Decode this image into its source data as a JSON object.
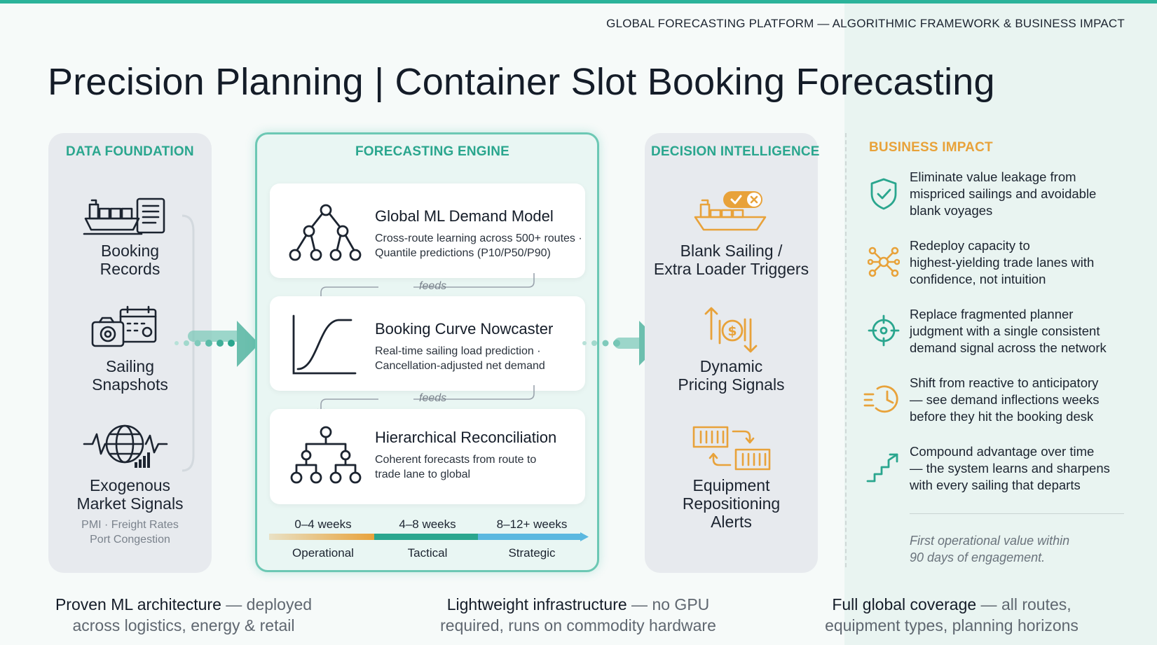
{
  "header": {
    "platform": "GLOBAL FORECASTING PLATFORM — ALGORITHMIC FRAMEWORK & BUSINESS IMPACT",
    "title": "Precision Planning | Container Slot Booking Forecasting"
  },
  "data_foundation": {
    "heading": "DATA FOUNDATION",
    "items": [
      {
        "label_line1": "Booking",
        "label_line2": "Records",
        "icon": "cargo-ship-document-icon"
      },
      {
        "label_line1": "Sailing",
        "label_line2": "Snapshots",
        "icon": "camera-calendar-icon"
      },
      {
        "label_line1": "Exogenous",
        "label_line2": "Market Signals",
        "sub_line1": "PMI · Freight Rates",
        "sub_line2": "Port Congestion",
        "icon": "globe-signal-icon"
      }
    ]
  },
  "engine": {
    "heading": "FORECASTING ENGINE",
    "cards": [
      {
        "title": "Global ML Demand Model",
        "desc_line1": "Cross-route learning across 500+ routes ·",
        "desc_line2": "Quantile predictions (P10/P50/P90)",
        "icon": "tree-model-icon"
      },
      {
        "title": "Booking Curve Nowcaster",
        "desc_line1": "Real-time sailing load prediction ·",
        "desc_line2": "Cancellation-adjusted net demand",
        "icon": "s-curve-chart-icon"
      },
      {
        "title": "Hierarchical Reconciliation",
        "desc_line1": "Coherent forecasts from route to",
        "desc_line2": "trade lane to global",
        "icon": "hierarchy-icon"
      }
    ],
    "feeds_label": "feeds",
    "horizons": [
      {
        "range": "0–4 weeks",
        "tier": "Operational",
        "color": "#e8a23a"
      },
      {
        "range": "4–8 weeks",
        "tier": "Tactical",
        "color": "#2aa68e"
      },
      {
        "range": "8–12+ weeks",
        "tier": "Strategic",
        "color": "#5bb8e0"
      }
    ]
  },
  "decision": {
    "heading": "DECISION INTELLIGENCE",
    "items": [
      {
        "label_line1": "Blank Sailing /",
        "label_line2": "Extra Loader Triggers",
        "icon": "ship-toggle-icon"
      },
      {
        "label_line1": "Dynamic",
        "label_line2": "Pricing Signals",
        "icon": "dollar-arrows-icon"
      },
      {
        "label_line1": "Equipment",
        "label_line2": "Repositioning",
        "label_line3": "Alerts",
        "icon": "container-swap-icon"
      }
    ]
  },
  "business": {
    "heading": "BUSINESS IMPACT",
    "items": [
      {
        "line1": "Eliminate value leakage from",
        "line2": "mispriced sailings and avoidable",
        "line3": "blank voyages",
        "icon": "shield-check-icon"
      },
      {
        "line1": "Redeploy capacity to",
        "line2": "highest-yielding trade lanes with",
        "line3": "confidence, not intuition",
        "icon": "network-nodes-icon"
      },
      {
        "line1": "Replace fragmented planner",
        "line2": "judgment with a single consistent",
        "line3": "demand signal across the network",
        "icon": "crosshair-icon"
      },
      {
        "line1": "Shift from reactive to anticipatory",
        "line2": "— see demand inflections weeks",
        "line3": "before they hit the booking desk",
        "icon": "fast-clock-icon"
      },
      {
        "line1": "Compound advantage over time",
        "line2": "— the system learns and sharpens",
        "line3": "with every sailing that departs",
        "icon": "rising-steps-icon"
      }
    ],
    "note_line1": "First operational value within",
    "note_line2": "90 days of engagement."
  },
  "footer": [
    {
      "strong": "Proven ML architecture",
      "soft": " — deployed",
      "line2": "across logistics, energy & retail"
    },
    {
      "strong": "Lightweight infrastructure",
      "soft": " — no GPU",
      "line2": "required, runs on commodity hardware"
    },
    {
      "strong": "Full global coverage",
      "soft": " — all routes,",
      "line2": "equipment types, planning horizons"
    }
  ],
  "colors": {
    "teal": "#2aa68e",
    "orange": "#e8a23a",
    "blue": "#5bb8e0",
    "ink": "#1c2430"
  }
}
